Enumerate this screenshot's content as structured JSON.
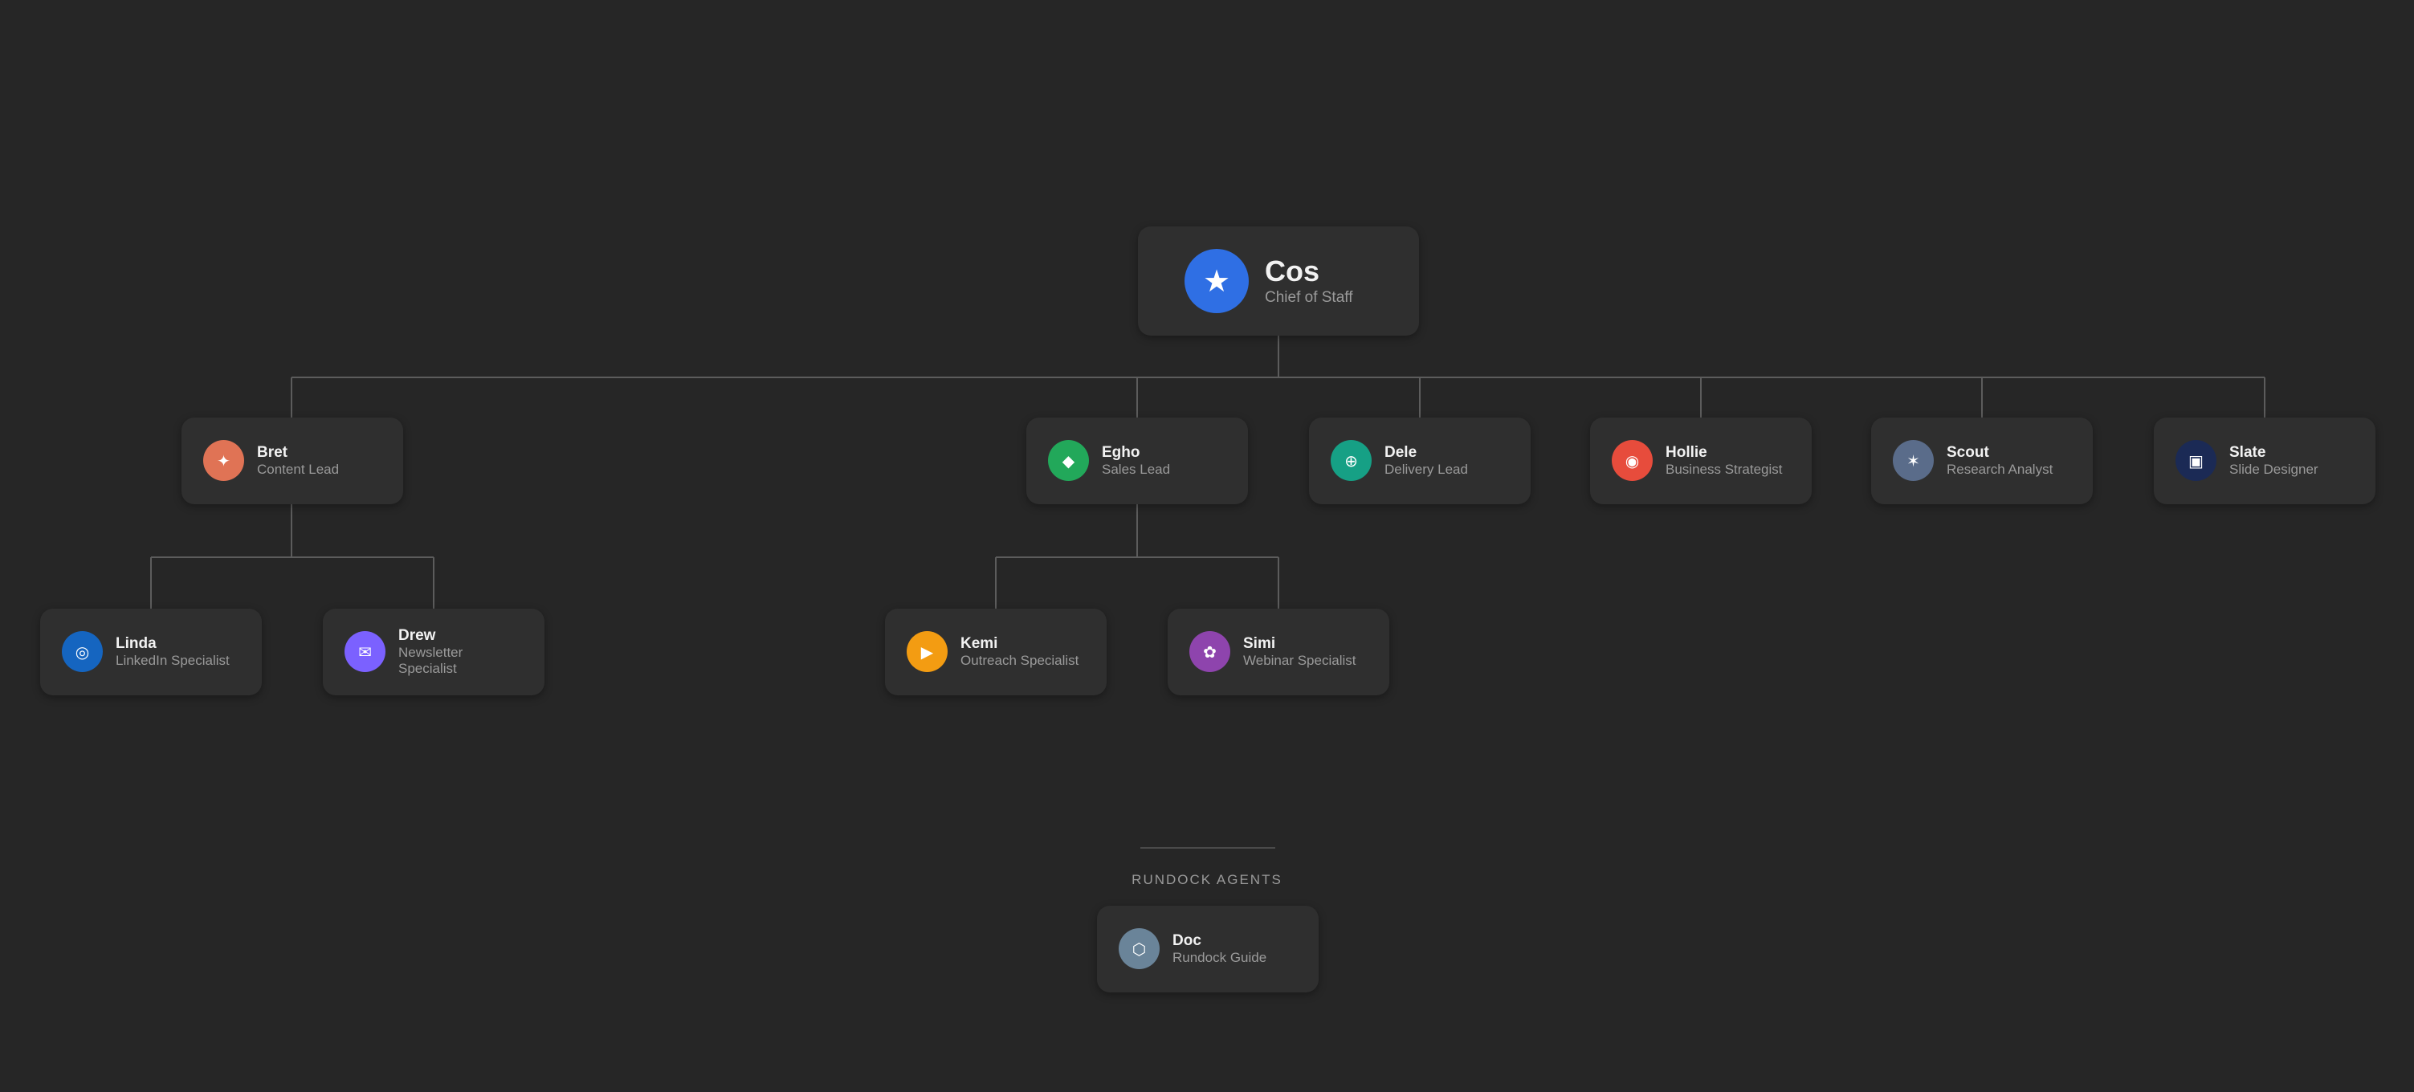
{
  "org_chart": {
    "root": {
      "name": "Cos",
      "role": "Chief of Staff",
      "icon": "star-icon",
      "glyph": "★",
      "color": "#2f6fe4"
    },
    "leads": [
      {
        "name": "Bret",
        "role": "Content Lead",
        "icon": "sparkle-icon",
        "glyph": "✦",
        "color": "#e07355",
        "reports": [
          {
            "name": "Linda",
            "role": "LinkedIn Specialist",
            "icon": "target-icon",
            "glyph": "◎",
            "color": "#1565c0"
          },
          {
            "name": "Drew",
            "role": "Newsletter Specialist",
            "icon": "envelope-icon",
            "glyph": "✉",
            "color": "#7b61ff"
          }
        ]
      },
      {
        "name": "Egho",
        "role": "Sales Lead",
        "icon": "diamond-icon",
        "glyph": "◆",
        "color": "#22a85a",
        "reports": [
          {
            "name": "Kemi",
            "role": "Outreach Specialist",
            "icon": "play-icon",
            "glyph": "▶",
            "color": "#f39c12"
          },
          {
            "name": "Simi",
            "role": "Webinar Specialist",
            "icon": "flower-icon",
            "glyph": "✿",
            "color": "#8e44ad"
          }
        ]
      },
      {
        "name": "Dele",
        "role": "Delivery Lead",
        "icon": "circle-plus-icon",
        "glyph": "⊕",
        "color": "#16a085",
        "reports": []
      },
      {
        "name": "Hollie",
        "role": "Business Strategist",
        "icon": "record-icon",
        "glyph": "◉",
        "color": "#e74c3c",
        "reports": []
      },
      {
        "name": "Scout",
        "role": "Research Analyst",
        "icon": "asterisk-icon",
        "glyph": "✶",
        "color": "#5a6c8a",
        "reports": []
      },
      {
        "name": "Slate",
        "role": "Slide Designer",
        "icon": "square-icon",
        "glyph": "▣",
        "color": "#1b2a55",
        "reports": []
      }
    ]
  },
  "rundock": {
    "label": "RUNDOCK AGENTS",
    "agents": [
      {
        "name": "Doc",
        "role": "Rundock Guide",
        "icon": "hexagon-icon",
        "glyph": "⬡",
        "color": "#6a8499"
      }
    ]
  }
}
